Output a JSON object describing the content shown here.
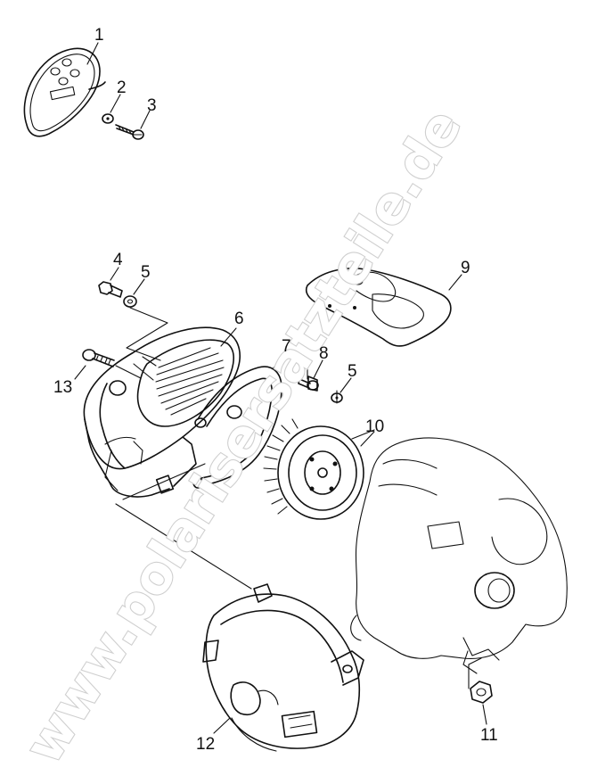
{
  "diagram": {
    "watermark": "www.polarisersatzteile.de",
    "callouts": [
      {
        "id": "c1",
        "label": "1"
      },
      {
        "id": "c2",
        "label": "2"
      },
      {
        "id": "c3",
        "label": "3"
      },
      {
        "id": "c4",
        "label": "4"
      },
      {
        "id": "c5a",
        "label": "5"
      },
      {
        "id": "c6",
        "label": "6"
      },
      {
        "id": "c7",
        "label": "7"
      },
      {
        "id": "c8",
        "label": "8"
      },
      {
        "id": "c5b",
        "label": "5"
      },
      {
        "id": "c9",
        "label": "9"
      },
      {
        "id": "c10",
        "label": "10"
      },
      {
        "id": "c11",
        "label": "11"
      },
      {
        "id": "c12",
        "label": "12"
      },
      {
        "id": "c13",
        "label": "13"
      }
    ]
  }
}
